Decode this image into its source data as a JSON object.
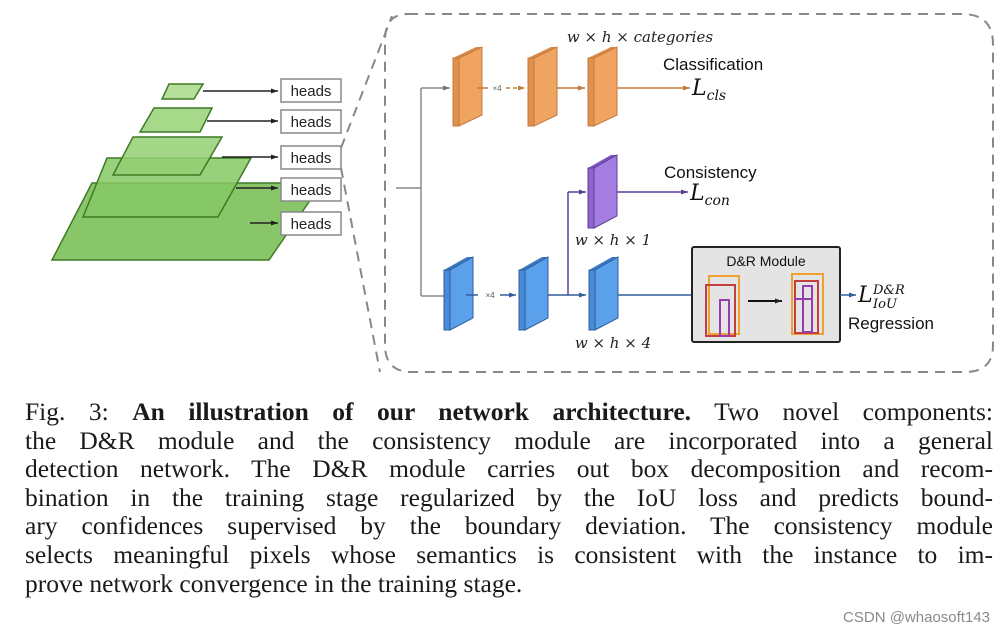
{
  "figure": {
    "pyramid": {
      "head_labels": [
        "heads",
        "heads",
        "heads",
        "heads",
        "heads"
      ],
      "layer_color": "#7cc05a",
      "layer_stroke": "#3f7a25"
    },
    "branches": {
      "classification": {
        "dim_label": "w × h × categories",
        "repeat_label": "×4",
        "title": "Classification",
        "loss_symbol": "L",
        "loss_subscript": "cls",
        "color": "#f0a462",
        "line_color": "#c47a3c"
      },
      "consistency": {
        "dim_label": "w × h × 1",
        "title": "Consistency",
        "loss_symbol": "L",
        "loss_subscript": "con",
        "color": "#9b6fd6",
        "line_color": "#5b3d9a"
      },
      "regression": {
        "dim_label": "w × h × 4",
        "repeat_label": "×4",
        "title": "Regression",
        "module_title": "D&R Module",
        "loss_symbol": "L",
        "loss_superscript": "D&R",
        "loss_subscript": "IoU",
        "color": "#4a90e2",
        "line_color": "#2f5d9a"
      }
    }
  },
  "caption": {
    "label": "Fig. 3:",
    "title": "An illustration of our network architecture.",
    "lines": [
      "Two novel components:",
      "the D&R module and the consistency module are incorporated into a general",
      "detection network. The D&R module carries out box decomposition and recom-",
      "bination in the training stage regularized by the IoU loss and predicts bound-",
      "ary confidences supervised by the boundary deviation. The consistency module",
      "selects meaningful pixels whose semantics is consistent with the instance to im-",
      "prove network convergence in the training stage."
    ]
  },
  "watermark": "CSDN @whaosoft143"
}
